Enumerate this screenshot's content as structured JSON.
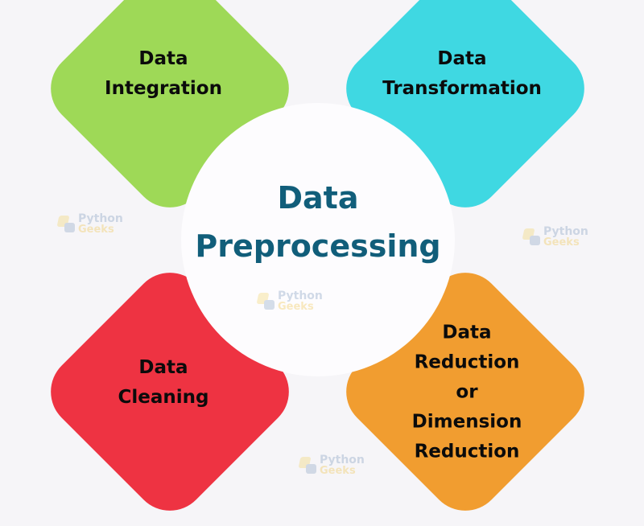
{
  "diagram": {
    "title_lines": [
      "Data",
      "Preprocessing"
    ],
    "steps": [
      {
        "id": "integration",
        "lines": [
          "Data",
          "Integration"
        ],
        "color": "#9ed957",
        "position": "top-left"
      },
      {
        "id": "transformation",
        "lines": [
          "Data",
          "Transformation"
        ],
        "color": "#3fd8e2",
        "position": "top-right"
      },
      {
        "id": "cleaning",
        "lines": [
          "Data",
          "Cleaning"
        ],
        "color": "#ee3342",
        "position": "bottom-left"
      },
      {
        "id": "reduction",
        "lines": [
          "Data",
          "Reduction",
          "or",
          "Dimension",
          "Reduction"
        ],
        "color": "#f19d30",
        "position": "bottom-right"
      }
    ]
  },
  "colors": {
    "background": "#f6f5f8",
    "center_circle": "#fdfcfe",
    "title_text": "#115e7a",
    "label_text": "#0b0b0b"
  },
  "watermark": {
    "line1": "Python",
    "line2": "Geeks"
  }
}
